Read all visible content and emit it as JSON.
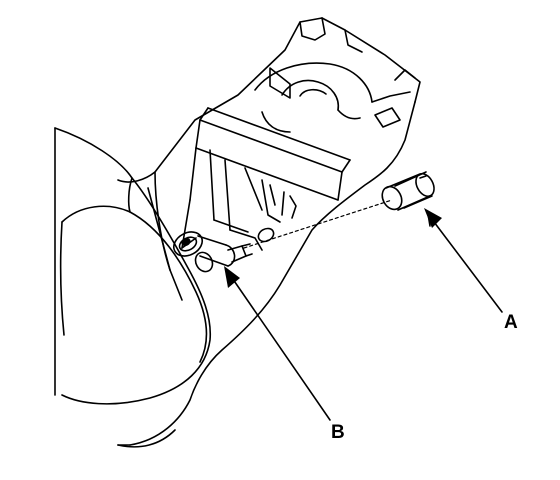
{
  "diagram": {
    "callouts": {
      "a": "A",
      "b": "B"
    },
    "parts": {
      "a": "socket-cap",
      "b": "accessory-power-socket"
    },
    "line_color": "#000000",
    "background": "#ffffff"
  }
}
